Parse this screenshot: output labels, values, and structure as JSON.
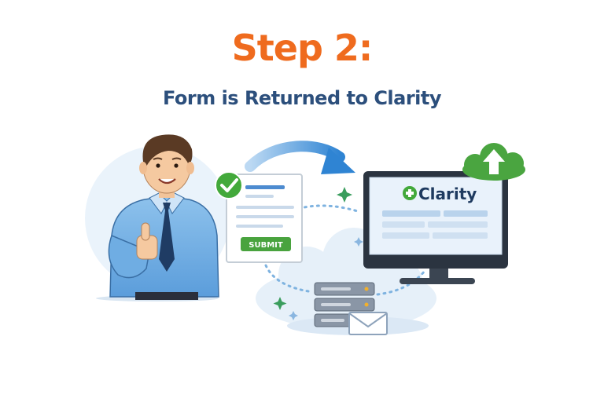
{
  "header": {
    "title": "Step 2:",
    "subtitle": "Form is Returned to Clarity"
  },
  "form": {
    "submit_label": "SUBMIT"
  },
  "monitor": {
    "brand": "Clarity"
  },
  "icons": {
    "checkmark": "checkmark-badge-icon",
    "cloud_upload": "cloud-upload-icon",
    "envelope": "envelope-icon",
    "server": "server-stack-icon",
    "plus_badge": "plus-badge-icon"
  },
  "colors": {
    "title": "#ef6b1e",
    "subtitle": "#2c4f7c",
    "accent_green": "#4aa540",
    "arrow_blue": "#3d8fd6",
    "brand_text": "#1e3a5f"
  }
}
